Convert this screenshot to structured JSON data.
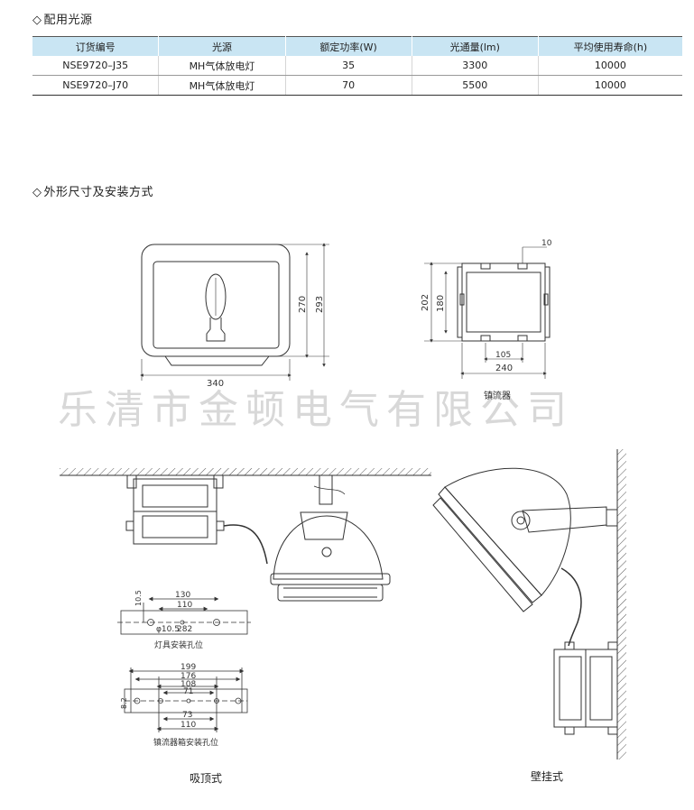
{
  "section1": {
    "marker": "◇",
    "title": "配用光源"
  },
  "table": {
    "headers": [
      "订货编号",
      "光源",
      "额定功率(W)",
      "光通量(lm)",
      "平均使用寿命(h)"
    ],
    "rows": [
      [
        "NSE9720–J35",
        "MH气体放电灯",
        "35",
        "3300",
        "10000"
      ],
      [
        "NSE9720–J70",
        "MH气体放电灯",
        "70",
        "5500",
        "10000"
      ]
    ]
  },
  "section2": {
    "marker": "◇",
    "title": "外形尺寸及安装方式"
  },
  "lamp_dims": {
    "width": "340",
    "height_inner": "270",
    "height_outer": "293"
  },
  "ballast_dims": {
    "top": "10",
    "height_outer": "202",
    "height_inner": "180",
    "hole_span": "105",
    "width": "240",
    "caption": "镇流器"
  },
  "watermark": "乐清市金顿电气有限公司",
  "lamp_holes": {
    "d1": "10.5",
    "d2": "130",
    "d3": "110",
    "hole": "φ10.5",
    "d4": "282",
    "caption": "灯具安装孔位"
  },
  "ballast_holes": {
    "d1": "199",
    "d2": "176",
    "d3": "108",
    "d4": "71",
    "d5": "8.2",
    "d6": "73",
    "d7": "110",
    "caption": "镇流器箱安装孔位"
  },
  "captions": {
    "ceiling": "吸顶式",
    "wall": "壁挂式"
  }
}
